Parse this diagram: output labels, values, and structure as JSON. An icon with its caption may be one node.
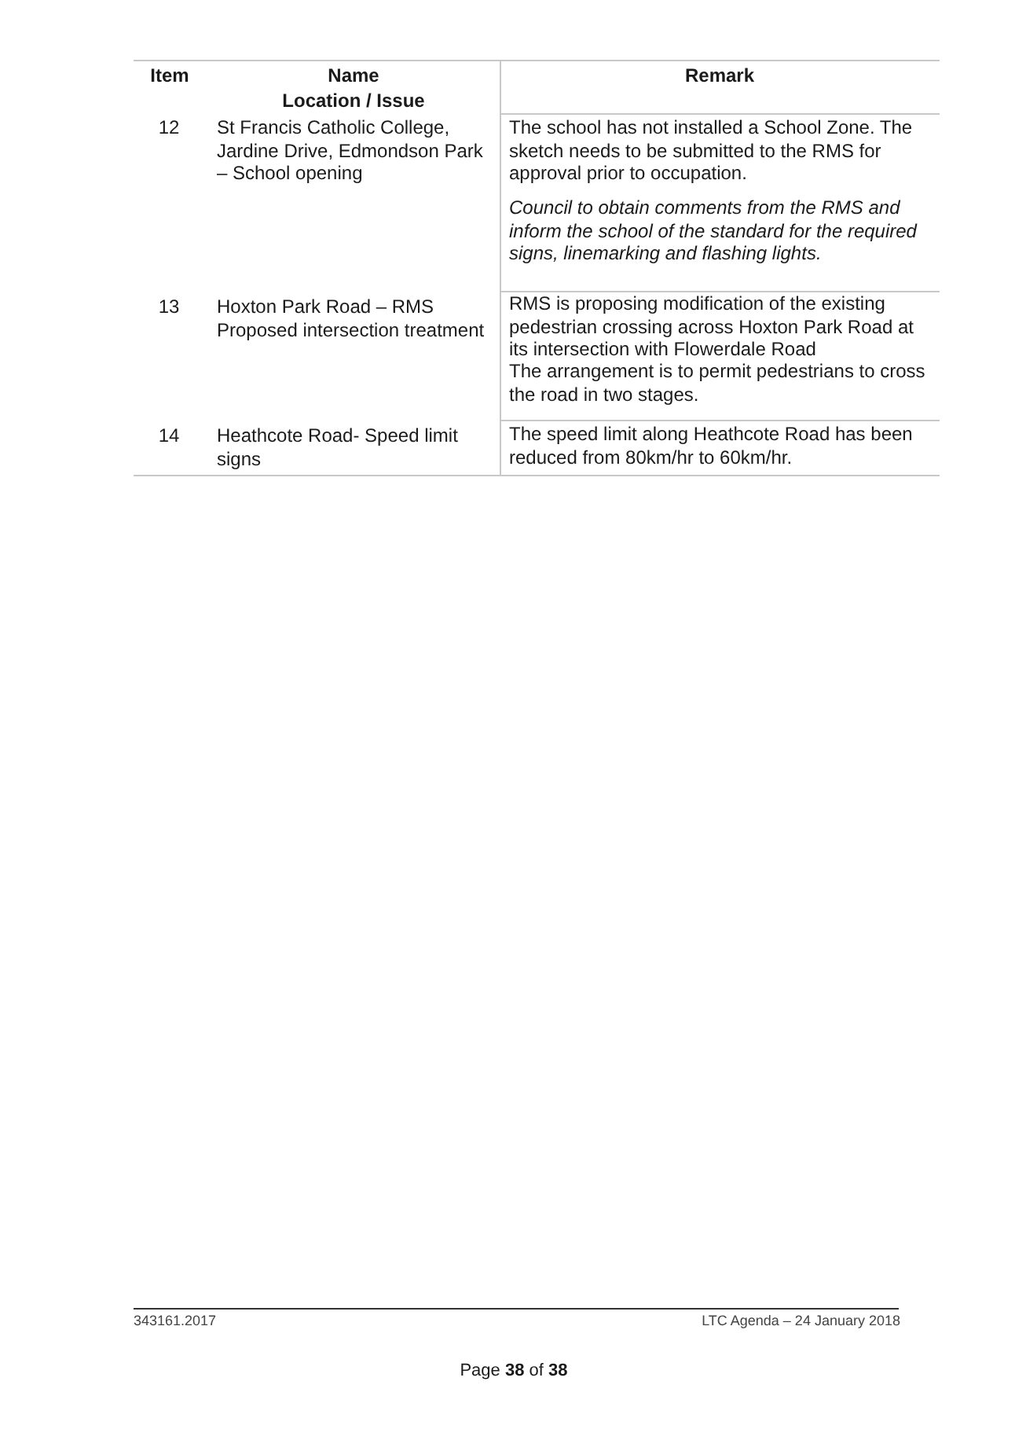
{
  "diagram": {
    "labels": [
      "Item",
      "Name",
      "Location / Issue",
      "Remark",
      "12",
      "St Francis Catholic College, Jardine Drive, Edmondson Park – School opening",
      "The school has not installed a School Zone. The sketch needs to be submitted to the RMS for approval prior to occupation.",
      "Council to obtain comments from the RMS and inform the school of the standard for the required signs, linemarking and flashing lights.",
      "13",
      "Hoxton Park Road – RMS Proposed intersection treatment",
      "RMS is proposing modification of the existing pedestrian crossing across Hoxton Park Road at its intersection with Flowerdale Road",
      "The arrangement is to permit pedestrians to cross the road in two stages.",
      "14",
      "Heathcote Road- Speed limit signs",
      "The speed limit along Heathcote Road has been reduced from 80km/hr to 60km/hr.",
      "343161.2017",
      "LTC Agenda – 24 January 2018",
      "Page **38** of **38**"
    ]
  }
}
